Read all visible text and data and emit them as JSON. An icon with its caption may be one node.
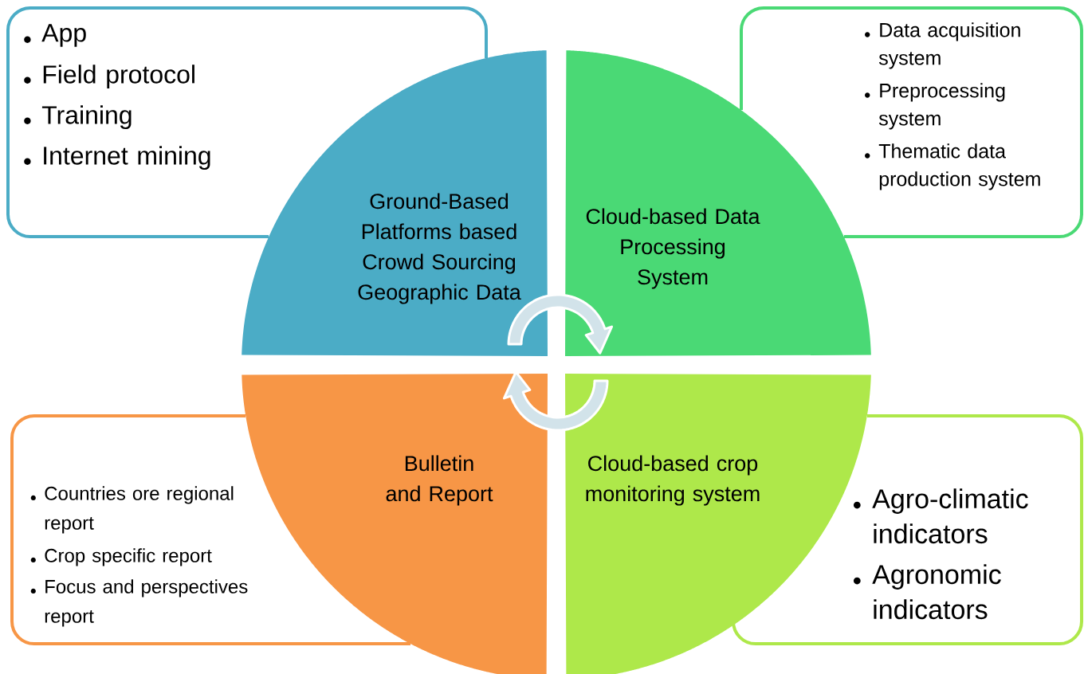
{
  "diagram": {
    "nodes": [
      {
        "text": [
          "App",
          "Field protocol",
          "Training",
          "Internet mining"
        ]
      },
      {
        "text": [
          "Data acquisition system",
          "Preprocessing system",
          "Thematic data production system"
        ]
      },
      {
        "text": [
          "Ground-Based Platforms based Crowd Sourcing Geographic Data"
        ]
      },
      {
        "text": [
          "Cloud-based Data Processing System"
        ]
      },
      {
        "text": [
          "Countries ore regional report",
          "Crop specific report",
          "Focus and perspectives report"
        ]
      },
      {
        "text": [
          "Bulletin and Report"
        ]
      },
      {
        "text": [
          "Cloud-based crop monitoring system"
        ]
      },
      {
        "text": [
          "Agro-climatic indicators",
          "Agronomic indicators"
        ]
      }
    ],
    "edges": [
      {
        "from": 2,
        "to": 3,
        "arrow": "to"
      },
      {
        "from": 6,
        "to": 5,
        "arrow": "to"
      }
    ]
  }
}
